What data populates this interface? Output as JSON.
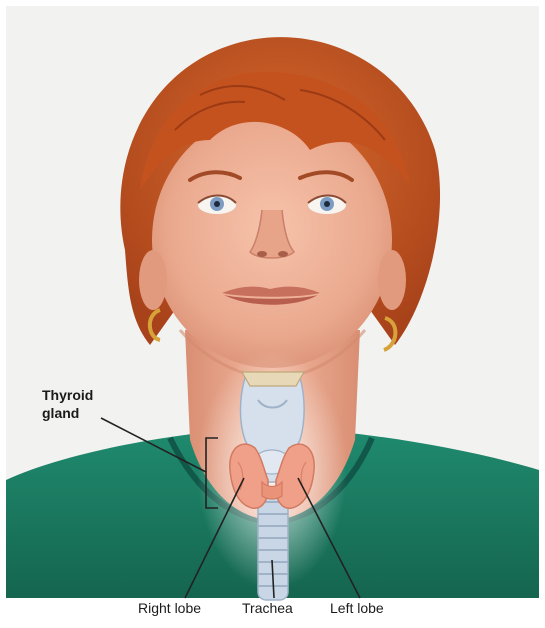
{
  "labels": {
    "thyroid_line1": "Thyroid",
    "thyroid_line2": "gland",
    "right_lobe": "Right lobe",
    "trachea": "Trachea",
    "left_lobe": "Left lobe"
  },
  "colors": {
    "background": "#f2f2f0",
    "skin": "#f0b39a",
    "hair": "#c8541f",
    "shirt": "#1c7a62",
    "thyroid": "#f0a088",
    "trachea": "#c9d6e6",
    "leader_line": "#222222"
  }
}
